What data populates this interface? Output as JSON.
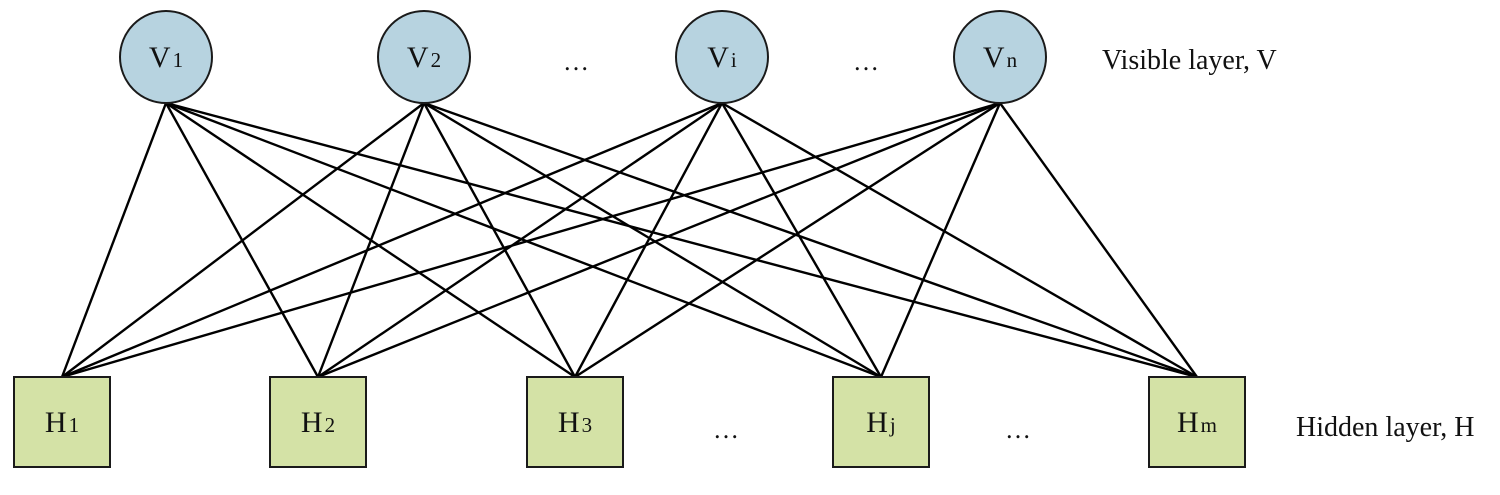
{
  "visible_layer": {
    "label": "Visible layer, V",
    "nodes": [
      {
        "letter": "V",
        "sub": "1"
      },
      {
        "letter": "V",
        "sub": "2"
      },
      {
        "letter": "V",
        "sub": "i"
      },
      {
        "letter": "V",
        "sub": "n"
      }
    ],
    "ellipses": [
      "…",
      "…"
    ]
  },
  "hidden_layer": {
    "label": "Hidden layer, H",
    "nodes": [
      {
        "letter": "H",
        "sub": "1"
      },
      {
        "letter": "H",
        "sub": "2"
      },
      {
        "letter": "H",
        "sub": "3"
      },
      {
        "letter": "H",
        "sub": "j"
      },
      {
        "letter": "H",
        "sub": "m"
      }
    ],
    "ellipses": [
      "…",
      "…"
    ]
  },
  "colors": {
    "visible_fill": "#b7d3e0",
    "visible_stroke": "#1a1a1a",
    "hidden_fill": "#d4e2a6",
    "hidden_stroke": "#1a1a1a",
    "edge": "#000000"
  }
}
